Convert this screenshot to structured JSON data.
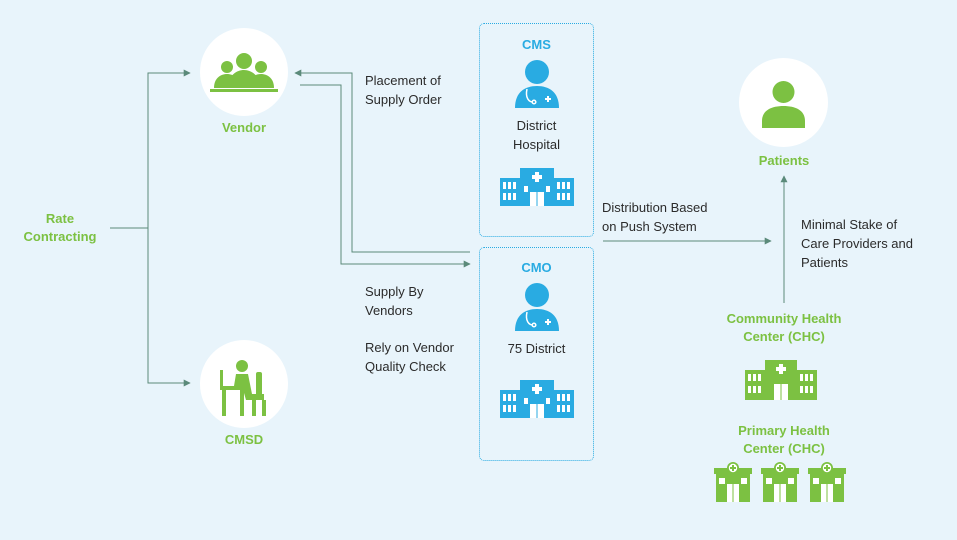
{
  "nodes": {
    "rate_contracting": "Rate\nContracting",
    "vendor": "Vendor",
    "cmsd": "CMSD",
    "cms": {
      "title": "CMS",
      "subtitle": "District\nHospital"
    },
    "cmo": {
      "title": "CMO",
      "subtitle": "75 District"
    },
    "patients": "Patients",
    "chc": "Community Health\nCenter (CHC)",
    "phc": "Primary Health\nCenter (CHC)"
  },
  "edge_labels": {
    "placement": "Placement of\nSupply Order",
    "supply_by_vendors": "Supply By\nVendors",
    "rely_on_vendor": "Rely on Vendor\nQuality Check",
    "distribution": "Distribution Based\non Push System",
    "minimal_stake": "Minimal Stake of\nCare Providers and\nPatients"
  },
  "colors": {
    "green": "#7cc142",
    "blue": "#29abe2",
    "arrow": "#5b8a7a",
    "background": "#e8f4fb"
  },
  "icons": {
    "vendor": "group-of-people-icon",
    "cmsd": "person-at-desk-icon",
    "doctor": "doctor-icon",
    "hospital": "hospital-building-icon",
    "patient": "person-icon",
    "clinic": "clinic-icon"
  }
}
